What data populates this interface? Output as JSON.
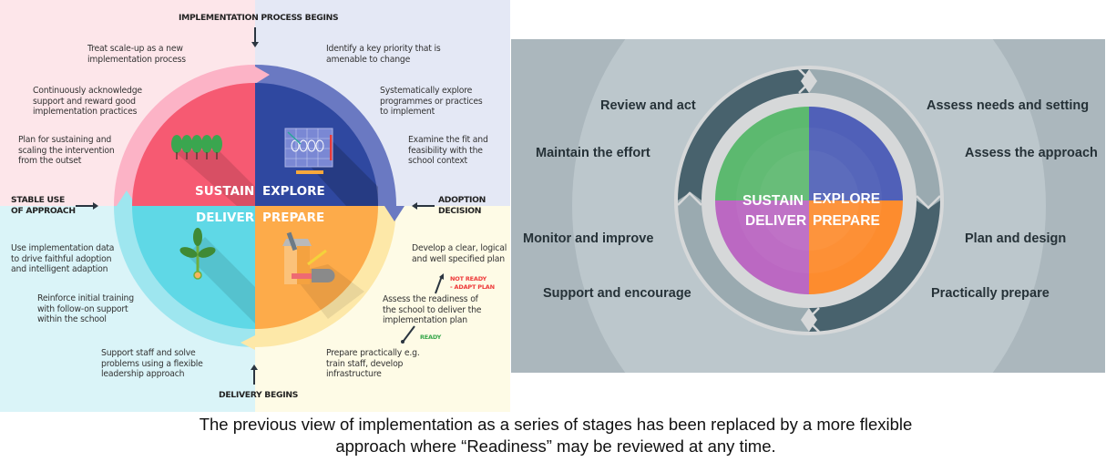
{
  "left_diagram": {
    "milestones": {
      "top": "IMPLEMENTATION PROCESS BEGINS",
      "left_line1": "STABLE USE",
      "left_line2": "OF APPROACH",
      "right_line1": "ADOPTION",
      "right_line2": "DECISION",
      "bottom": "DELIVERY BEGINS"
    },
    "stages": {
      "sustain": "SUSTAIN",
      "explore": "EXPLORE",
      "deliver": "DELIVER",
      "prepare": "PREPARE"
    },
    "sustain_notes": [
      [
        "Treat scale-up as a new",
        "implementation process"
      ],
      [
        "Continuously acknowledge",
        "support and reward good",
        "implementation practices"
      ],
      [
        "Plan for sustaining and",
        "scaling the intervention",
        "from the outset"
      ]
    ],
    "explore_notes": [
      [
        "Identify a key priority that is",
        "amenable to change"
      ],
      [
        "Systematically explore",
        "programmes or practices",
        "to implement"
      ],
      [
        "Examine the fit and",
        "feasibility with the",
        "school context"
      ]
    ],
    "deliver_notes": [
      [
        "Use implementation data",
        "to drive faithful adoption",
        "and intelligent adaption"
      ],
      [
        "Reinforce initial training",
        "with follow-on support",
        "within the school"
      ],
      [
        "Support staff and solve",
        "problems using a flexible",
        "leadership approach"
      ]
    ],
    "prepare_notes": [
      [
        "Develop a clear, logical",
        "and well specified plan"
      ],
      [
        "Assess the readiness of",
        "the school to deliver the",
        "implementation plan"
      ],
      [
        "Prepare practically e.g.",
        "train staff, develop",
        "infrastructure"
      ]
    ],
    "not_ready": [
      "NOT READY",
      "- ADAPT PLAN"
    ],
    "ready": "READY",
    "icons": {
      "sustain": "trees-icon",
      "explore": "blueprint-icon",
      "deliver": "seedling-icon",
      "prepare": "tools-icon"
    },
    "colors": {
      "sustain": "#f65a72",
      "explore": "#2f48a0",
      "deliver": "#5fd8e6",
      "prepare": "#fdab4a"
    }
  },
  "right_diagram": {
    "stages": {
      "sustain": "SUSTAIN",
      "explore": "EXPLORE",
      "deliver": "DELIVER",
      "prepare": "PREPARE"
    },
    "left_labels": [
      "Review and act",
      "Maintain the effort",
      "Monitor and improve",
      "Support and encourage"
    ],
    "right_labels": [
      "Assess needs and setting",
      "Assess the approach",
      "Plan and design",
      "Practically prepare"
    ],
    "colors": {
      "sustain": "#5cb96f",
      "explore": "#5060b8",
      "deliver": "#bb68c2",
      "prepare": "#fd8c2e"
    }
  },
  "caption": {
    "line1": "The previous view of implementation as a series of stages has been replaced by a more flexible",
    "line2": "approach where “Readiness” may be reviewed at any time."
  }
}
